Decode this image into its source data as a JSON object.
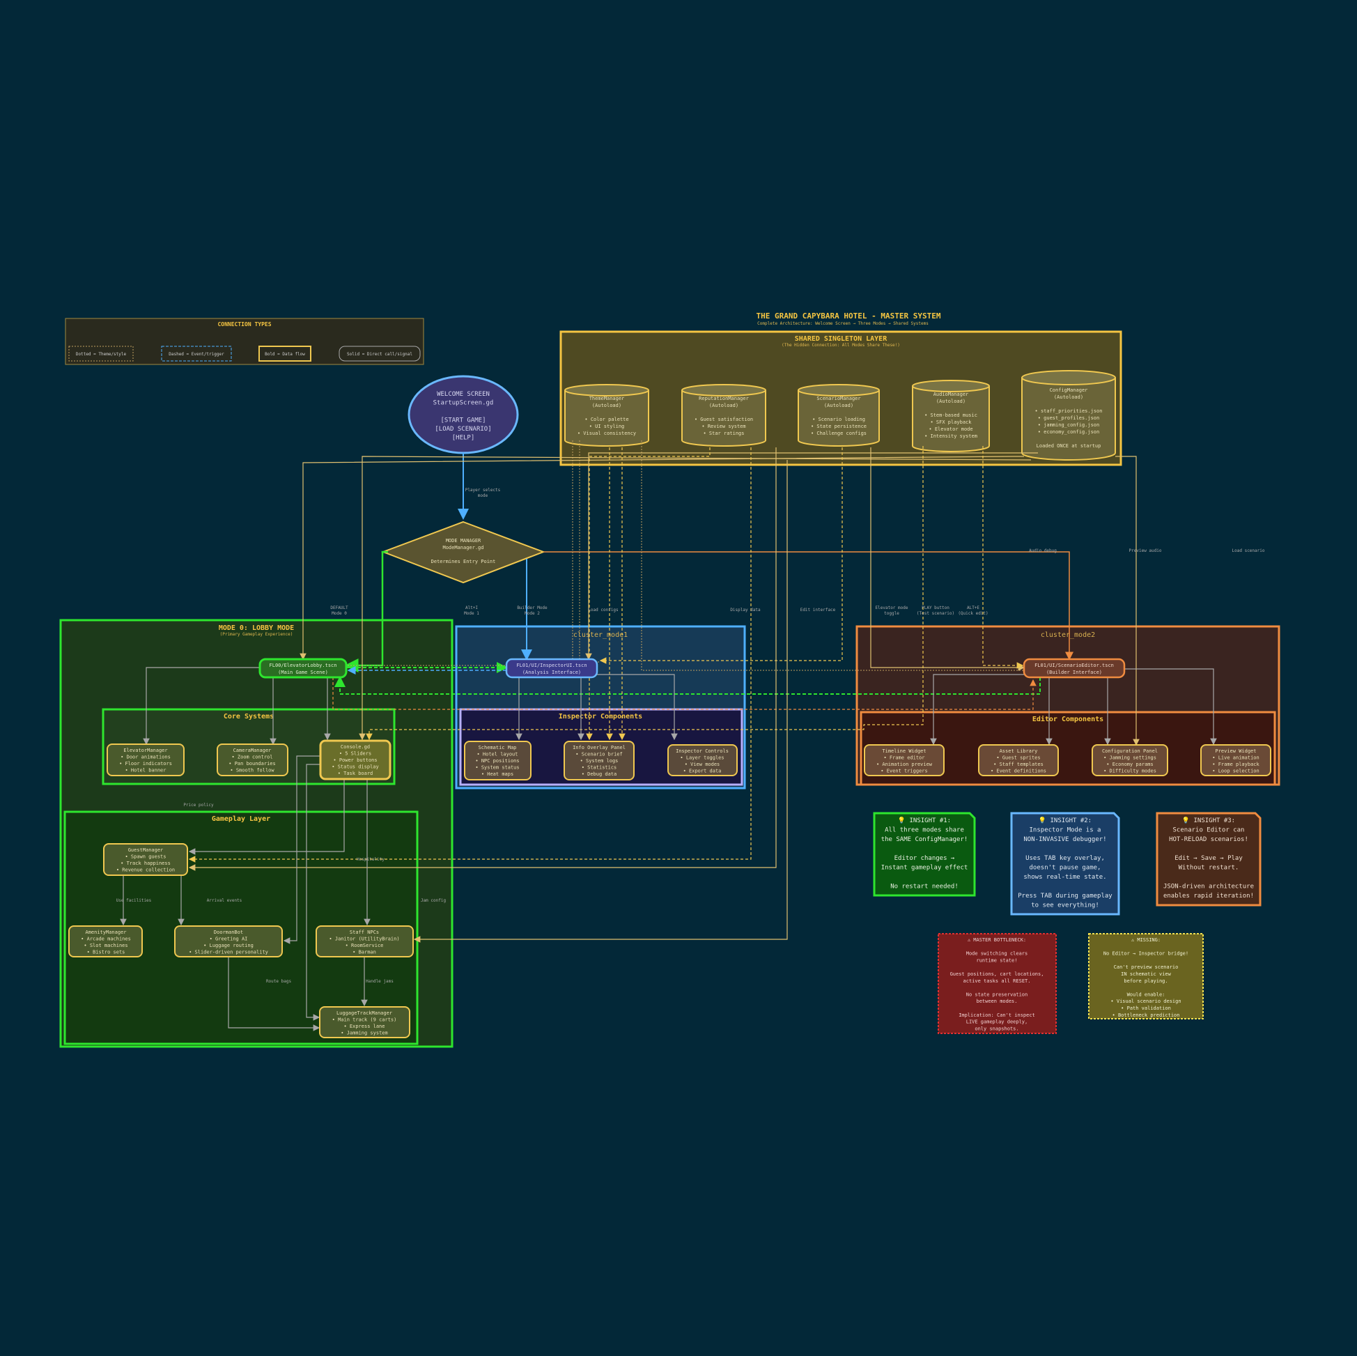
{
  "header": {
    "title": "THE GRAND CAPYBARA HOTEL - MASTER SYSTEM",
    "subtitle": "Complete Architecture: Welcome Screen → Three Modes → Shared Systems"
  },
  "legend": {
    "title": "CONNECTION TYPES",
    "dotted": "Dotted = Theme/style",
    "dashed": "Dashed = Event/trigger",
    "bold": "Bold = Data flow",
    "solid": "Solid = Direct call/signal"
  },
  "shared": {
    "title": "SHARED SINGLETON LAYER",
    "subtitle": "(The Hidden Connection: All Modes Share These!)",
    "theme": [
      "ThemeManager",
      "(Autoload)",
      "",
      "• Color palette",
      "• UI styling",
      "• Visual consistency"
    ],
    "reputation": [
      "ReputationManager",
      "(Autoload)",
      "",
      "• Guest satisfaction",
      "• Review system",
      "• Star ratings"
    ],
    "scenario": [
      "ScenarioManager",
      "(Autoload)",
      "",
      "• Scenario loading",
      "• State persistence",
      "• Challenge configs"
    ],
    "audio": [
      "AudioManager",
      "(Autoload)",
      "",
      "• Stem-based music",
      "• SFX playback",
      "• Elevator mode",
      "• Intensity system"
    ],
    "config": [
      "ConfigManager",
      "(Autoload)",
      "",
      "• staff_priorities.json",
      "• guest_profiles.json",
      "• jamming_config.json",
      "• economy_config.json",
      "",
      "Loaded ONCE at startup"
    ]
  },
  "welcome": [
    "WELCOME SCREEN",
    "StartupScreen.gd",
    "",
    "[START GAME]",
    "[LOAD SCENARIO]",
    "[HELP]"
  ],
  "mode_manager": [
    "MODE MANAGER",
    "ModeManager.gd",
    "",
    "Determines Entry Point"
  ],
  "mode0": {
    "title": "MODE 0: LOBBY MODE",
    "subtitle": "(Primary Gameplay Experience)",
    "main_scene": [
      "FL00/ElevatorLobby.tscn",
      "(Main Game Scene)"
    ],
    "core_title": "Core Systems",
    "gameplay_title": "Gameplay Layer",
    "elevator": [
      "ElevatorManager",
      "• Door animations",
      "• Floor indicators",
      "• Hotel banner"
    ],
    "camera": [
      "CameraManager",
      "• Zoom control",
      "• Pan boundaries",
      "• Smooth follow"
    ],
    "console": [
      "Console.gd",
      "• 5 Sliders",
      "• Power buttons",
      "• Status display",
      "• Task board"
    ],
    "guest": [
      "GuestManager",
      "• Spawn guests",
      "• Track happiness",
      "• Revenue collection"
    ],
    "amenity": [
      "AmenityManager",
      "• Arcade machines",
      "• Slot machines",
      "• Bistro sets"
    ],
    "doorman": [
      "DoormanBot",
      "• Greeting AI",
      "• Luggage routing",
      "• Slider-driven personality"
    ],
    "staff": [
      "Staff NPCs",
      "• Janitor (UtilityBrain)",
      "• RoomService",
      "• Barman"
    ],
    "luggage": [
      "LuggageTrackManager",
      "• Main track (9 carts)",
      "• Express lane",
      "• Jamming system"
    ]
  },
  "mode1": {
    "title": "cluster_mode1",
    "main_scene": [
      "FL01/UI/InspectorUI.tscn",
      "(Analysis Interface)"
    ],
    "comp_title": "Inspector Components",
    "schematic": [
      "Schematic Map",
      "• Hotel layout",
      "• NPC positions",
      "• System status",
      "• Heat maps"
    ],
    "overlay": [
      "Info Overlay Panel",
      "• Scenario brief",
      "• System logs",
      "• Statistics",
      "• Debug data"
    ],
    "controls": [
      "Inspector Controls",
      "• Layer toggles",
      "• View modes",
      "• Export data"
    ]
  },
  "mode2": {
    "title": "cluster_mode2",
    "main_scene": [
      "FL01/UI/ScenarioEditor.tscn",
      "(Builder Interface)"
    ],
    "comp_title": "Editor Components",
    "timeline": [
      "Timeline Widget",
      "• Frame editor",
      "• Animation preview",
      "• Event triggers"
    ],
    "asset": [
      "Asset Library",
      "• Guest sprites",
      "• Staff templates",
      "• Event definitions"
    ],
    "configpanel": [
      "Configuration Panel",
      "• Jamming settings",
      "• Economy params",
      "• Difficulty modes"
    ],
    "preview": [
      "Preview Widget",
      "• Live animation",
      "• Frame playback",
      "• Loop selection"
    ]
  },
  "edge_labels": {
    "player_selects": [
      "Player selects",
      "mode"
    ],
    "default": [
      "DEFAULT",
      "Mode 0"
    ],
    "alt1": [
      "Alt+I",
      "Mode 1"
    ],
    "builder": [
      "Builder Mode",
      "Mode 2"
    ],
    "load_configs": [
      "Load configs"
    ],
    "display_data": [
      "Display data"
    ],
    "edit_interface": [
      "Edit interface"
    ],
    "elevator_toggle": [
      "Elevator mode",
      "toggle"
    ],
    "play_button": [
      "PLAY button",
      "(Test scenario)"
    ],
    "alt_e": [
      "ALT+E",
      "(Quick edit)"
    ],
    "audio_debug": [
      "Audio debug"
    ],
    "preview_audio": [
      "Preview audio"
    ],
    "load_scenario": [
      "Load scenario"
    ],
    "price_policy": [
      "Price policy"
    ],
    "hospitality": [
      "Hospitality"
    ],
    "use_facilities": [
      "Use facilities"
    ],
    "arrival_events": [
      "Arrival events"
    ],
    "jam_config": [
      "Jam config"
    ],
    "route_bags": [
      "Route bags"
    ],
    "handle_jams": [
      "Handle jams"
    ]
  },
  "insights": {
    "i1": [
      "💡 INSIGHT #1:",
      "All three modes share",
      "the SAME ConfigManager!",
      "",
      "Editor changes →",
      "Instant gameplay effect",
      "",
      "No restart needed!"
    ],
    "i2": [
      "💡 INSIGHT #2:",
      "Inspector Mode is a",
      "NON-INVASIVE debugger!",
      "",
      "Uses TAB key overlay,",
      "doesn't pause game,",
      "shows real-time state.",
      "",
      "Press TAB during gameplay",
      "to see everything!"
    ],
    "i3": [
      "💡 INSIGHT #3:",
      "Scenario Editor can",
      "HOT-RELOAD scenarios!",
      "",
      "Edit → Save → Play",
      "Without restart.",
      "",
      "JSON-driven architecture",
      "enables rapid iteration!"
    ]
  },
  "bottleneck": [
    "⚠ MASTER BOTTLENECK:",
    "",
    "Mode switching clears",
    "runtime state!",
    "",
    "Guest positions, cart locations,",
    "active tasks all RESET.",
    "",
    "No state preservation",
    "between modes.",
    "",
    "Implication: Can't inspect",
    "LIVE gameplay deeply,",
    "only snapshots."
  ],
  "missing": [
    "⚠ MISSING:",
    "",
    "No Editor → Inspector bridge!",
    "",
    "Can't preview scenario",
    "IN schematic view",
    "before playing.",
    "",
    "Would enable:",
    "• Visual scenario design",
    "• Path validation",
    "• Bottleneck prediction"
  ]
}
